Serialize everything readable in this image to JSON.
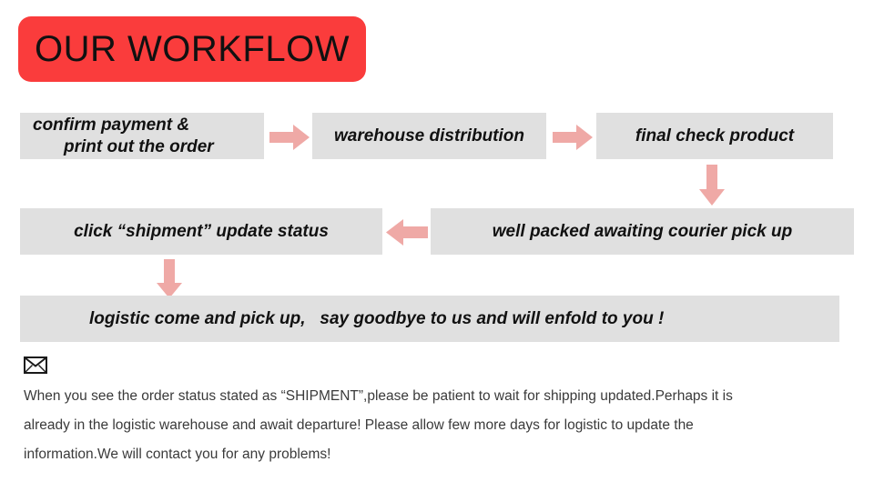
{
  "banner": {
    "title": "OUR WORKFLOW",
    "color": "#FA3C3C"
  },
  "theme": {
    "box_fill": "#E0E0E0",
    "arrow_fill": "#EFA9A6",
    "text_color": "#111111",
    "note_text_color": "#3a3a3a"
  },
  "flow": {
    "row1": [
      {
        "id": "confirm-payment",
        "line1": "confirm payment &",
        "line2": "print out the order"
      },
      {
        "id": "warehouse-distribution",
        "label": "warehouse distribution"
      },
      {
        "id": "final-check",
        "label": "final check product"
      }
    ],
    "row2": [
      {
        "id": "click-shipment",
        "label": "click “shipment” update status"
      },
      {
        "id": "well-packed",
        "label": "well packed awaiting courier pick up"
      }
    ],
    "row3": [
      {
        "id": "logistic-pickup",
        "label": "logistic come and pick up,   say goodbye to us and will enfold to you !"
      }
    ],
    "arrows": [
      {
        "id": "arrow-1",
        "direction": "right"
      },
      {
        "id": "arrow-2",
        "direction": "right"
      },
      {
        "id": "arrow-down-1",
        "direction": "down"
      },
      {
        "id": "arrow-left-1",
        "direction": "left"
      },
      {
        "id": "arrow-down-2",
        "direction": "down"
      }
    ]
  },
  "note": {
    "icon": "envelope-icon",
    "line1": "When you see the order status stated as “SHIPMENT”,please be patient to wait for shipping updated.Perhaps it is",
    "line2": "already in the logistic warehouse and await departure! Please allow few more days for logistic to update the",
    "line3": "information.We will contact you for any problems!"
  }
}
